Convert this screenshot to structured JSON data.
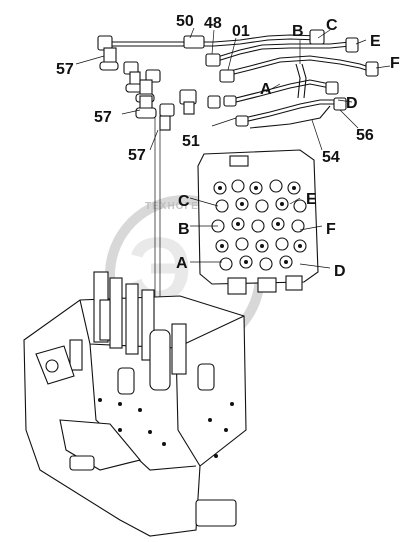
{
  "labels": {
    "57a": "57",
    "57b": "57",
    "57c": "57",
    "50": "50",
    "48": "48",
    "01": "01",
    "51": "51",
    "54": "54",
    "56": "56",
    "A": "A",
    "B": "B",
    "C": "C",
    "D": "D",
    "E": "E",
    "F": "F"
  },
  "watermark": {
    "text": "ТЕХНОГЕНЕЗИС"
  },
  "colors": {
    "line": "#111111",
    "background": "#ffffff",
    "watermark": "#d8d8d8"
  }
}
